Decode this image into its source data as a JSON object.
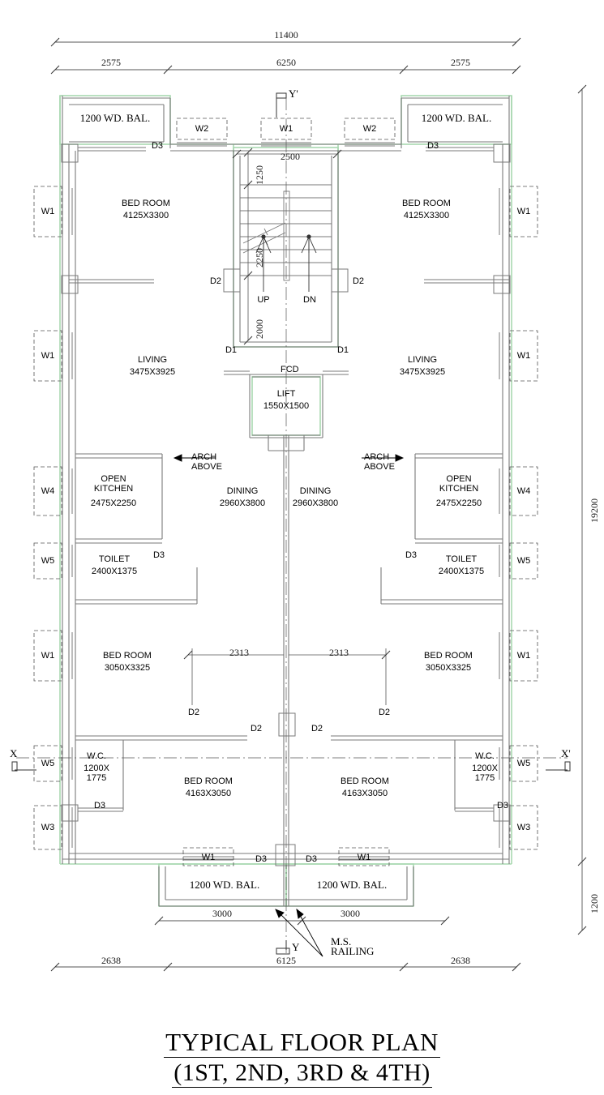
{
  "drawing": {
    "title_line1": "TYPICAL FLOOR PLAN",
    "title_line2": "(1ST, 2ND, 3RD & 4TH)",
    "colors": {
      "wall": "#7a7a7a",
      "wall_face": "#a8d8b0",
      "text": "#000000",
      "dimension": "#1a1a1a"
    }
  },
  "dimensions": {
    "top_overall": "11400",
    "top_segments": [
      "2575",
      "6250",
      "2575"
    ],
    "right_overall": "19200",
    "right_bottom": "1200",
    "bottom_segments": [
      "2638",
      "6125",
      "2638"
    ],
    "balcony_widths": [
      "3000",
      "3000"
    ],
    "stair_width": "2500",
    "stair_flight_1": "1250",
    "stair_flight_2": "2250",
    "stair_landing": "2000",
    "bedroom_offset_left": "2313",
    "bedroom_offset_right": "2313"
  },
  "section_marks": {
    "x_left": "X",
    "x_right": "X'",
    "y_top": "Y'",
    "y_bottom": "Y"
  },
  "rooms": {
    "left": [
      {
        "name": "BED ROOM",
        "size": "4125X3300"
      },
      {
        "name": "LIVING",
        "size": "3475X3925"
      },
      {
        "name": "OPEN\nKITCHEN",
        "size": "2475X2250"
      },
      {
        "name": "TOILET",
        "size": "2400X1375"
      },
      {
        "name": "BED ROOM",
        "size": "3050X3325"
      },
      {
        "name": "W.C.",
        "size": "1200X\n1775"
      },
      {
        "name": "BED ROOM",
        "size": "4163X3050"
      },
      {
        "name": "DINING",
        "size": "2960X3800"
      }
    ],
    "right": [
      {
        "name": "BED ROOM",
        "size": "4125X3300"
      },
      {
        "name": "LIVING",
        "size": "3475X3925"
      },
      {
        "name": "OPEN\nKITCHEN",
        "size": "2475X2250"
      },
      {
        "name": "TOILET",
        "size": "2400X1375"
      },
      {
        "name": "BED ROOM",
        "size": "3050X3325"
      },
      {
        "name": "W.C.",
        "size": "1200X\n1775"
      },
      {
        "name": "BED ROOM",
        "size": "4163X3050"
      },
      {
        "name": "DINING",
        "size": "2960X3800"
      }
    ],
    "core": [
      {
        "name": "LIFT",
        "size": "1550X1500"
      }
    ]
  },
  "balconies": {
    "top_left": "1200 WD. BAL.",
    "top_right": "1200 WD. BAL.",
    "bottom_left": "1200 WD. BAL.",
    "bottom_right": "1200 WD. BAL."
  },
  "annotations": {
    "arch_above_left": "ARCH\nABOVE",
    "arch_above_right": "ARCH\nABOVE",
    "ms_railing": "M.S.\nRAILING",
    "fcd": "FCD",
    "stair_up": "UP",
    "stair_dn": "DN"
  },
  "windows": {
    "left_side": [
      "W1",
      "W1",
      "W4",
      "W5",
      "W1",
      "W5",
      "W3"
    ],
    "right_side": [
      "W1",
      "W1",
      "W4",
      "W5",
      "W1",
      "W5",
      "W3"
    ],
    "top": [
      "W2",
      "W1",
      "W2"
    ],
    "bottom": [
      "W1",
      "W1"
    ]
  },
  "doors": {
    "top_left": "D3",
    "top_right": "D3",
    "stair_left": "D2",
    "stair_right": "D2",
    "entry_left": "D1",
    "entry_right": "D1",
    "toilet_left": "D3",
    "toilet_right": "D3",
    "bed_left": "D2",
    "bed_right": "D2",
    "bed2_left": "D2",
    "bed2_right": "D2",
    "wc_left": "D3",
    "wc_right": "D3",
    "bal_left": "D3",
    "bal_right": "D3"
  }
}
